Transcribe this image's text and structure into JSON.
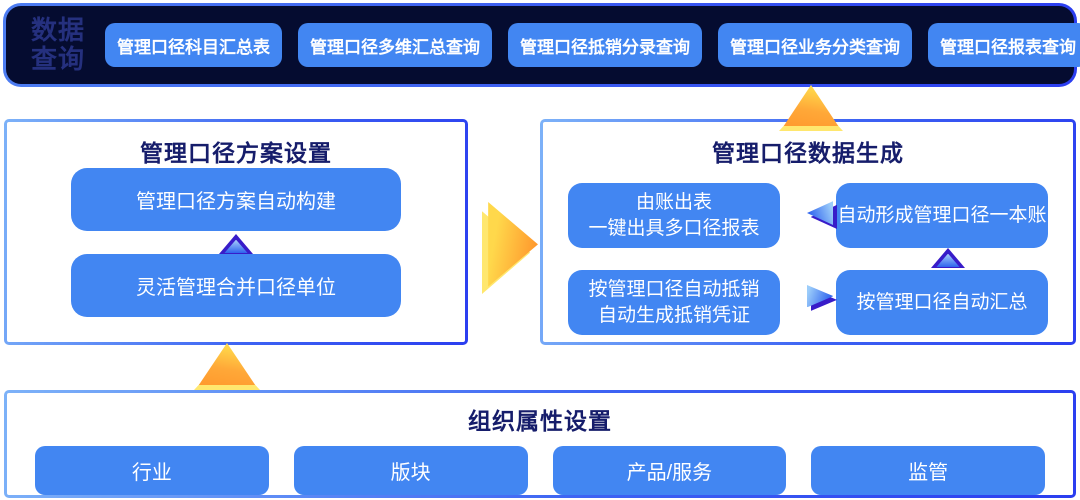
{
  "colors": {
    "node_blue": "#4286F2",
    "bar_fill": "#050C30",
    "bar_label_navy": "#25307E",
    "border_gradient_start": "#7DB2F8",
    "border_gradient_end": "#2B3EF0",
    "title_navy": "#161D6B",
    "arrow_yellow": "#FFD84B",
    "arrow_orange": "#FF9A2E",
    "arrow_yellow_back": "#FFE76E",
    "arrow_indigo": "#381CC9",
    "arrow_blue_light": "#9CCDFA",
    "arrow_blue_deep": "#2E63EE"
  },
  "top_bar": {
    "label": "数据查询",
    "buttons": [
      "管理口径科目汇总表",
      "管理口径多维汇总查询",
      "管理口径抵销分录查询",
      "管理口径业务分类查询",
      "管理口径报表查询"
    ]
  },
  "plan_box": {
    "title": "管理口径方案设置",
    "buttons": [
      "管理口径方案自动构建",
      "灵活管理合并口径单位"
    ]
  },
  "generate_box": {
    "title": "管理口径数据生成",
    "buttons": [
      {
        "line1": "由账出表",
        "line2": "一键出具多口径报表"
      },
      {
        "line1": "自动形成管理口径一本账",
        "line2": ""
      },
      {
        "line1": "按管理口径自动抵销",
        "line2": "自动生成抵销凭证"
      },
      {
        "line1": "按管理口径自动汇总",
        "line2": ""
      }
    ]
  },
  "org_box": {
    "title": "组织属性设置",
    "buttons": [
      "行业",
      "版块",
      "产品/服务",
      "监管"
    ]
  }
}
